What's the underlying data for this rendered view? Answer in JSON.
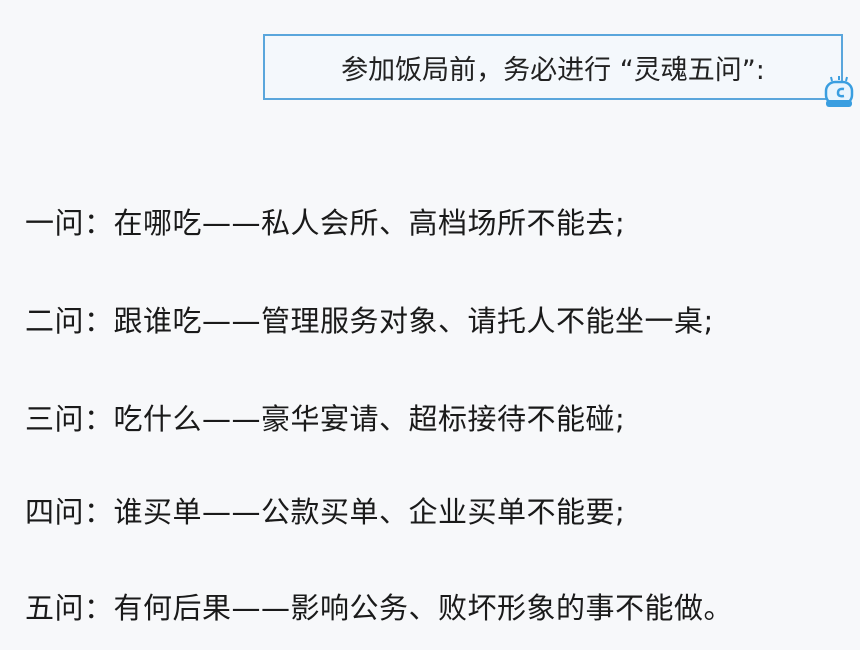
{
  "callout": {
    "text": "参加饭局前，务必进行 “灵魂五问”:"
  },
  "questions": [
    {
      "text": "一问：在哪吃——私人会所、高档场所不能去;"
    },
    {
      "text": "二问：跟谁吃——管理服务对象、请托人不能坐一桌;"
    },
    {
      "text": "三问：吃什么——豪华宴请、超标接待不能碰;"
    },
    {
      "text": "四问：谁买单——公款买单、企业买单不能要;"
    },
    {
      "text": "五问：有何后果——影响公务、败坏形象的事不能做。"
    }
  ],
  "colors": {
    "accent": "#5aa6dc",
    "background": "#f7f8fa"
  }
}
